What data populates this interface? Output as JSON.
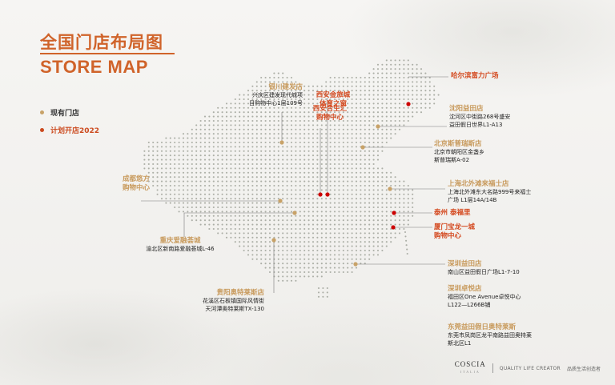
{
  "header": {
    "title_cn": "全国门店布局图",
    "title_en": "STORE MAP"
  },
  "legend": {
    "existing": "现有门店",
    "planned": "计划开店2022"
  },
  "colors": {
    "accent": "#d0632a",
    "existing": "#c8a268",
    "planned": "#cc0000",
    "dots": "#9a9d94"
  },
  "stores": [
    {
      "name": "银川建发店",
      "address": [
        "兴庆区建发现代城项",
        "目购物中心1层109号"
      ],
      "status": "existing"
    },
    {
      "name": "西安金旅城\n体育之窗",
      "address": [],
      "status": "planned"
    },
    {
      "name": "西安合生汇\n购物中心",
      "address": [],
      "status": "planned"
    },
    {
      "name": "哈尔滨富力广场",
      "address": [],
      "status": "planned"
    },
    {
      "name": "沈阳益田店",
      "address": [
        "沈河区中街路268号盛安",
        "益田假日世界L1-A13"
      ],
      "status": "existing"
    },
    {
      "name": "北京斯普瑞斯店",
      "address": [
        "北京市朝阳区金盏乡",
        "斯普瑞斯A-02"
      ],
      "status": "existing"
    },
    {
      "name": "成都悠方\n购物中心",
      "address": [],
      "status": "existing"
    },
    {
      "name": "上海北外滩来福士店",
      "address": [
        "上海北外滩东大名路999号来福士",
        "广场 L1层14A/14B"
      ],
      "status": "existing"
    },
    {
      "name": "泰州 泰福里",
      "address": [],
      "status": "planned"
    },
    {
      "name": "厦门宝龙一城\n购物中心",
      "address": [],
      "status": "planned"
    },
    {
      "name": "重庆爱融荟城",
      "address": [
        "渝北区新南路爱融荟城L-46"
      ],
      "status": "existing"
    },
    {
      "name": "深圳益田店",
      "address": [
        "南山区益田假日广场L1-7-10"
      ],
      "status": "existing"
    },
    {
      "name": "深圳卓悦店",
      "address": [
        "福田区One Avenue卓悦中心",
        "L122—L266B铺"
      ],
      "status": "existing"
    },
    {
      "name": "贵阳奥特莱斯店",
      "address": [
        "花溪区石板镇国际风情街",
        "天河潭奥特莱斯TX-130"
      ],
      "status": "existing"
    },
    {
      "name": "东莞益田假日奥特莱斯",
      "address": [
        "东莞市凤岗区龙平南路益田奥特莱",
        "斯北区L1"
      ],
      "status": "existing"
    }
  ],
  "footer": {
    "brand": "COSCIA",
    "brand_sub": "ITALIA",
    "tagline": "QUALITY LIFE CREATOR",
    "tagline_cn": "品质生活创造者"
  }
}
